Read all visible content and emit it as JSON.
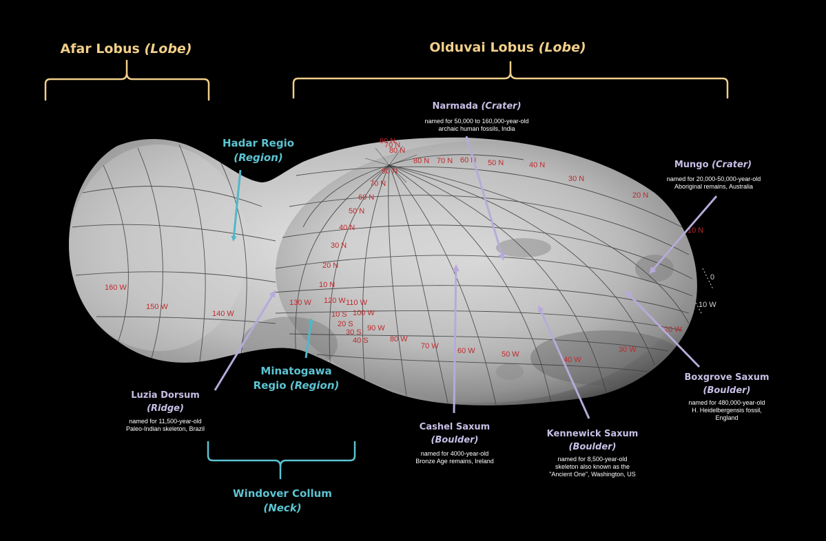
{
  "lobes": {
    "afar": {
      "name": "Afar Lobus",
      "type": "(Lobe)"
    },
    "olduvai": {
      "name": "Olduvai Lobus",
      "type": "(Lobe)"
    }
  },
  "regions": {
    "hadar": {
      "name": "Hadar Regio",
      "type": "(Region)"
    },
    "minatogawa": {
      "name": "Minatogawa",
      "name2": "Regio",
      "type": "(Region)"
    },
    "windover": {
      "name": "Windover Collum",
      "type": "(Neck)"
    }
  },
  "features": {
    "narmada": {
      "name": "Narmada",
      "type": "(Crater)",
      "note": "named for 50,000 to 160,000-year-old\narchaic human fossils, India"
    },
    "mungo": {
      "name": "Mungo",
      "type": "(Crater)",
      "note": "named for 20,000-50,000-year-old\nAboriginal remains, Australia"
    },
    "luzia": {
      "name": "Luzia Dorsum",
      "type": "(Ridge)",
      "note": "named for 11,500-year-old\nPaleo-Indian skeleton, Brazil"
    },
    "cashel": {
      "name": "Cashel Saxum",
      "type": "(Boulder)",
      "note": "named for 4000-year-old\nBronze Age remains, Ireland"
    },
    "kennewick": {
      "name": "Kennewick Saxum",
      "type": "(Boulder)",
      "note": "named for 8,500-year-old\nskeleton also known as the\n\"Ancient One\", Washington, US"
    },
    "boxgrove": {
      "name": "Boxgrove Saxum",
      "type": "(Boulder)",
      "note": "named for 480,000-year-old\nH. Heidelbergensis fossil,\nEngland"
    }
  },
  "grid_labels": {
    "lon_160w": "160 W",
    "lon_150w": "150 W",
    "lon_140w": "140 W",
    "lon_130w": "130 W",
    "lon_120w": "120 W",
    "lon_110w": "110 W",
    "lon_100w": "100 W",
    "lon_90w": "90 W",
    "lon_80w": "80 W",
    "lon_70w": "70 W",
    "lon_60w": "60 W",
    "lon_50w": "50 W",
    "lon_40w": "40 W",
    "lon_30w": "30 W",
    "lon_20w": "20 W",
    "lon_10w": "10 W",
    "lon_0": "0",
    "lat_10n": "10 N",
    "lat_20n": "20 N",
    "lat_30n": "30 N",
    "lat_40n": "40 N",
    "lat_50n": "50 N",
    "lat_60n": "60 N",
    "lat_70n": "70 N",
    "lat_80n": "80 N",
    "lat_90n": "90 N",
    "lat_10s": "10 S",
    "lat_20s": "20 S",
    "lat_30s": "30 S",
    "lat_40s": "40 S"
  },
  "colors": {
    "background": "#000000",
    "lobe_label": "#f2cf8a",
    "region_label": "#5cc4d2",
    "feature_label": "#c8bfe6",
    "grid_label": "#c0282c",
    "surface": "#b9b9b9"
  }
}
